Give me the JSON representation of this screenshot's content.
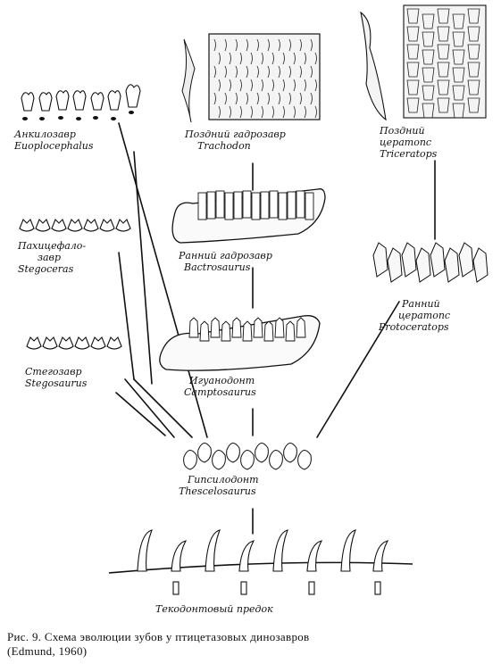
{
  "labels": {
    "ankylosaur": {
      "line1": "Анкилозавр",
      "line2": "Euoplocephalus"
    },
    "late_hadrosaur": {
      "line1": "Поздний гадрозавр",
      "line2": "Trachodon"
    },
    "late_ceratopsian": {
      "line1": "Поздний",
      "line2": "цератопс",
      "line3": "Triceratops"
    },
    "pachycephalosaur": {
      "line1": "Пахицефало-",
      "line2": "завр",
      "line3": "Stegoceras"
    },
    "early_hadrosaur": {
      "line1": "Ранний гадрозавр",
      "line2": "Bactrosaurus"
    },
    "early_ceratopsian": {
      "line1": "Ранний",
      "line2": "цератопс",
      "line3": "Protoceratops"
    },
    "stegosaur": {
      "line1": "Стегозавр",
      "line2": "Stegosaurus"
    },
    "iguanodont": {
      "line1": "Игуанодонт",
      "line2": "Camptosaurus"
    },
    "hypsilophodont": {
      "line1": "Гипсилодонт",
      "line2": "Thescelosaurus"
    },
    "thecodont": {
      "line1": "Текодонтовый предок"
    }
  },
  "caption": {
    "line1": "Рис. 9. Схема эволюции зубов у птицетазовых динозавров",
    "line2": "(Edmund, 1960)"
  }
}
